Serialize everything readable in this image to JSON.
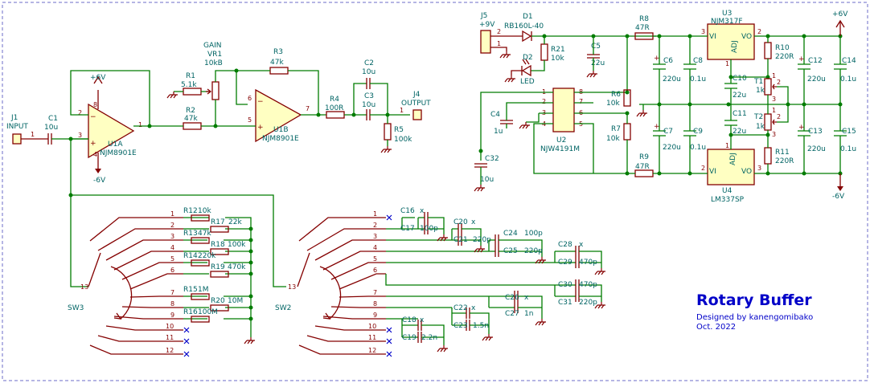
{
  "title": {
    "main": "Rotary Buffer",
    "designer": "Designed by kanengomibako",
    "date": "Oct. 2022"
  },
  "colors": {
    "wire": "#007c00",
    "component": "#840000",
    "text": "#006464",
    "title": "#0000c8",
    "frame": "#6b6bc8"
  },
  "opamp_section": {
    "j1": {
      "ref": "J1",
      "name": "INPUT",
      "pin": "1"
    },
    "c1": {
      "ref": "C1",
      "value": "10u"
    },
    "u1a": {
      "ref": "U1A",
      "part": "NJM8901E",
      "pins": [
        "2",
        "3",
        "1",
        "8",
        "4"
      ]
    },
    "supply_pos": "+6V",
    "supply_neg": "-6V",
    "r1": {
      "ref": "R1",
      "value": "5.1k"
    },
    "r2": {
      "ref": "R2",
      "value": "47k"
    },
    "vr1": {
      "label": "GAIN",
      "ref": "VR1",
      "value": "10kB"
    },
    "r3": {
      "ref": "R3",
      "value": "47k"
    },
    "u1b": {
      "ref": "U1B",
      "part": "NJM8901E",
      "pins": [
        "6",
        "5",
        "7"
      ]
    },
    "r4": {
      "ref": "R4",
      "value": "100R"
    },
    "c2": {
      "ref": "C2",
      "value": "10u"
    },
    "c3": {
      "ref": "C3",
      "value": "10u"
    },
    "r5": {
      "ref": "R5",
      "value": "100k"
    },
    "j4": {
      "ref": "J4",
      "name": "OUTPUT",
      "pin": "1"
    }
  },
  "power_section": {
    "j5": {
      "ref": "J5",
      "name": "+9V",
      "pins": [
        "2",
        "1"
      ]
    },
    "d1": {
      "ref": "D1",
      "part": "RB160L-40"
    },
    "r21": {
      "ref": "R21",
      "value": "10k"
    },
    "d2": {
      "ref": "D2",
      "part": "LED"
    },
    "c5": {
      "ref": "C5",
      "value": "22u"
    },
    "u2": {
      "ref": "U2",
      "part": "NJW4191M",
      "pins_left": [
        "1",
        "2",
        "3",
        "4"
      ],
      "pins_right": [
        "8",
        "7",
        "6",
        "5"
      ]
    },
    "c4": {
      "ref": "C4",
      "value": "1u"
    },
    "c32": {
      "ref": "C32",
      "value": "10u"
    },
    "r6": {
      "ref": "R6",
      "value": "10k"
    },
    "r7": {
      "ref": "R7",
      "value": "10k"
    },
    "r8": {
      "ref": "R8",
      "value": "47R"
    },
    "r9": {
      "ref": "R9",
      "value": "47R"
    },
    "c6": {
      "ref": "C6",
      "value": "220u"
    },
    "c7": {
      "ref": "C7",
      "value": "220u"
    },
    "c8": {
      "ref": "C8",
      "value": "0.1u"
    },
    "c9": {
      "ref": "C9",
      "value": "0.1u"
    },
    "u3": {
      "ref": "U3",
      "part": "NJM317F",
      "vi": "VI",
      "vo": "VO",
      "adj": "ADJ",
      "pins": [
        "3",
        "2",
        "1"
      ]
    },
    "u4": {
      "ref": "U4",
      "part": "LM337SP",
      "vi": "VI",
      "vo": "VO",
      "adj": "ADJ",
      "pins": [
        "2",
        "3",
        "1"
      ]
    },
    "c10": {
      "ref": "C10",
      "value": "22u"
    },
    "c11": {
      "ref": "C11",
      "value": "22u"
    },
    "r10": {
      "ref": "R10",
      "value": "220R"
    },
    "r11": {
      "ref": "R11",
      "value": "220R"
    },
    "t1": {
      "ref": "T1",
      "value": "1k",
      "pins": [
        "1",
        "2",
        "3"
      ]
    },
    "t2": {
      "ref": "T2",
      "value": "1k",
      "pins": [
        "1",
        "2",
        "3"
      ]
    },
    "c12": {
      "ref": "C12",
      "value": "220u"
    },
    "c13": {
      "ref": "C13",
      "value": "220u"
    },
    "c14": {
      "ref": "C14",
      "value": "0.1u"
    },
    "c15": {
      "ref": "C15",
      "value": "0.1u"
    },
    "pos_rail": "+6V",
    "neg_rail": "-6V"
  },
  "sw3": {
    "ref": "SW3",
    "common_pin": "13",
    "pins": [
      "1",
      "2",
      "3",
      "4",
      "5",
      "6",
      "7",
      "8",
      "9",
      "10",
      "11",
      "12"
    ],
    "resistors": [
      {
        "ref": "R12",
        "value": "10k"
      },
      {
        "ref": "R17",
        "value": "22k"
      },
      {
        "ref": "R13",
        "value": "47k"
      },
      {
        "ref": "R18",
        "value": "100k"
      },
      {
        "ref": "R14",
        "value": "220k"
      },
      {
        "ref": "R19",
        "value": "470k"
      },
      {
        "ref": "R15",
        "value": "1M"
      },
      {
        "ref": "R20",
        "value": "10M"
      },
      {
        "ref": "R16",
        "value": "100M"
      }
    ]
  },
  "sw2": {
    "ref": "SW2",
    "common_pin": "13",
    "pins": [
      "1",
      "2",
      "3",
      "4",
      "5",
      "6",
      "7",
      "8",
      "9",
      "10",
      "11",
      "12"
    ],
    "caps": [
      {
        "ref": "C16",
        "value": "x"
      },
      {
        "ref": "C17",
        "value": "100p"
      },
      {
        "ref": "C20",
        "value": "x"
      },
      {
        "ref": "C21",
        "value": "220p"
      },
      {
        "ref": "C24",
        "value": "100p"
      },
      {
        "ref": "C25",
        "value": "220p"
      },
      {
        "ref": "C28",
        "value": "x"
      },
      {
        "ref": "C29",
        "value": "470p"
      },
      {
        "ref": "C30",
        "value": "470p"
      },
      {
        "ref": "C31",
        "value": "220p"
      },
      {
        "ref": "C26",
        "value": "x"
      },
      {
        "ref": "C27",
        "value": "1n"
      },
      {
        "ref": "C18",
        "value": "x"
      },
      {
        "ref": "C19",
        "value": "2.2n"
      },
      {
        "ref": "C22",
        "value": "x"
      },
      {
        "ref": "C23",
        "value": "1.5n"
      }
    ]
  }
}
